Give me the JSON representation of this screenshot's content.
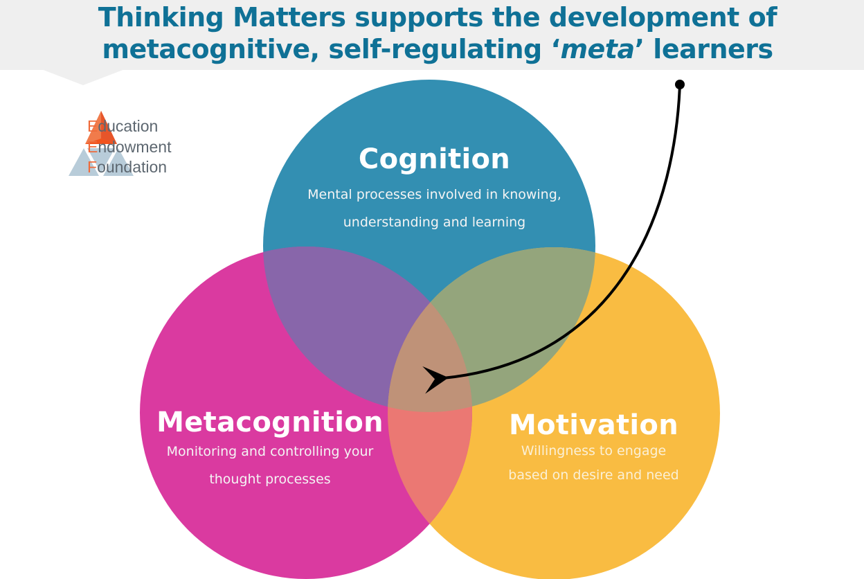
{
  "header": {
    "title_line1": "Thinking Matters supports the development of",
    "title_line2_before": "metacognitive, self-regulating ‘",
    "title_line2_italic": "meta",
    "title_line2_after": "’ learners",
    "color": "#0f7196",
    "band_color": "#efefef"
  },
  "logo": {
    "icon": "eef-triangle-logo-icon",
    "lines": [
      {
        "initial": "E",
        "rest": "ducation"
      },
      {
        "initial": "E",
        "rest": "ndowment"
      },
      {
        "initial": "F",
        "rest": "oundation"
      }
    ],
    "accent_color": "#ef6a3a",
    "text_color": "#5d6770"
  },
  "venn": {
    "circles": [
      {
        "id": "cognition",
        "title": "Cognition",
        "description_lines": [
          "Mental processes involved in knowing,",
          "understanding and  learning"
        ],
        "color": "#338fb2"
      },
      {
        "id": "metacognition",
        "title": "Metacognition",
        "description_lines": [
          "Monitoring and controlling your",
          "thought processes"
        ],
        "color": "#da3aa0"
      },
      {
        "id": "motivation",
        "title": "Motivation",
        "description_lines": [
          "Willingness to engage",
          "based on desire and need"
        ],
        "color": "#f9bc42"
      }
    ],
    "overlap_colors": {
      "cognition_metacognition": "#8866aa",
      "cognition_motivation": "#94a57c",
      "metacognition_motivation": "#eb7873",
      "center": "#bf9278"
    },
    "arrow": {
      "points_to": "center",
      "icon": "curved-arrow-icon",
      "color": "#000000"
    }
  }
}
